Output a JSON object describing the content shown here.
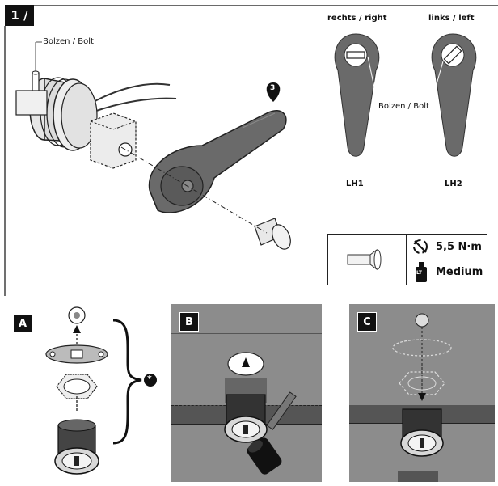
{
  "step": {
    "number": "1 /"
  },
  "main": {
    "bolt_callout": "Bolzen / Bolt",
    "callout_number": "3"
  },
  "handles": {
    "right_label": "rechts / right",
    "left_label": "links / left",
    "bolt_label": "Bolzen / Bolt",
    "lh1": "LH1",
    "lh2": "LH2"
  },
  "spec": {
    "torque": "5,5 N·m",
    "threadlock": "Medium",
    "threadlock_icon_text": "LT"
  },
  "panels": {
    "a": "A",
    "b": "B",
    "c": "C",
    "asterisk": "*"
  },
  "colors": {
    "dark": "#111111",
    "handle": "#666666",
    "gray_bg": "#8c8c8c",
    "light_gray": "#d4d4d4"
  }
}
